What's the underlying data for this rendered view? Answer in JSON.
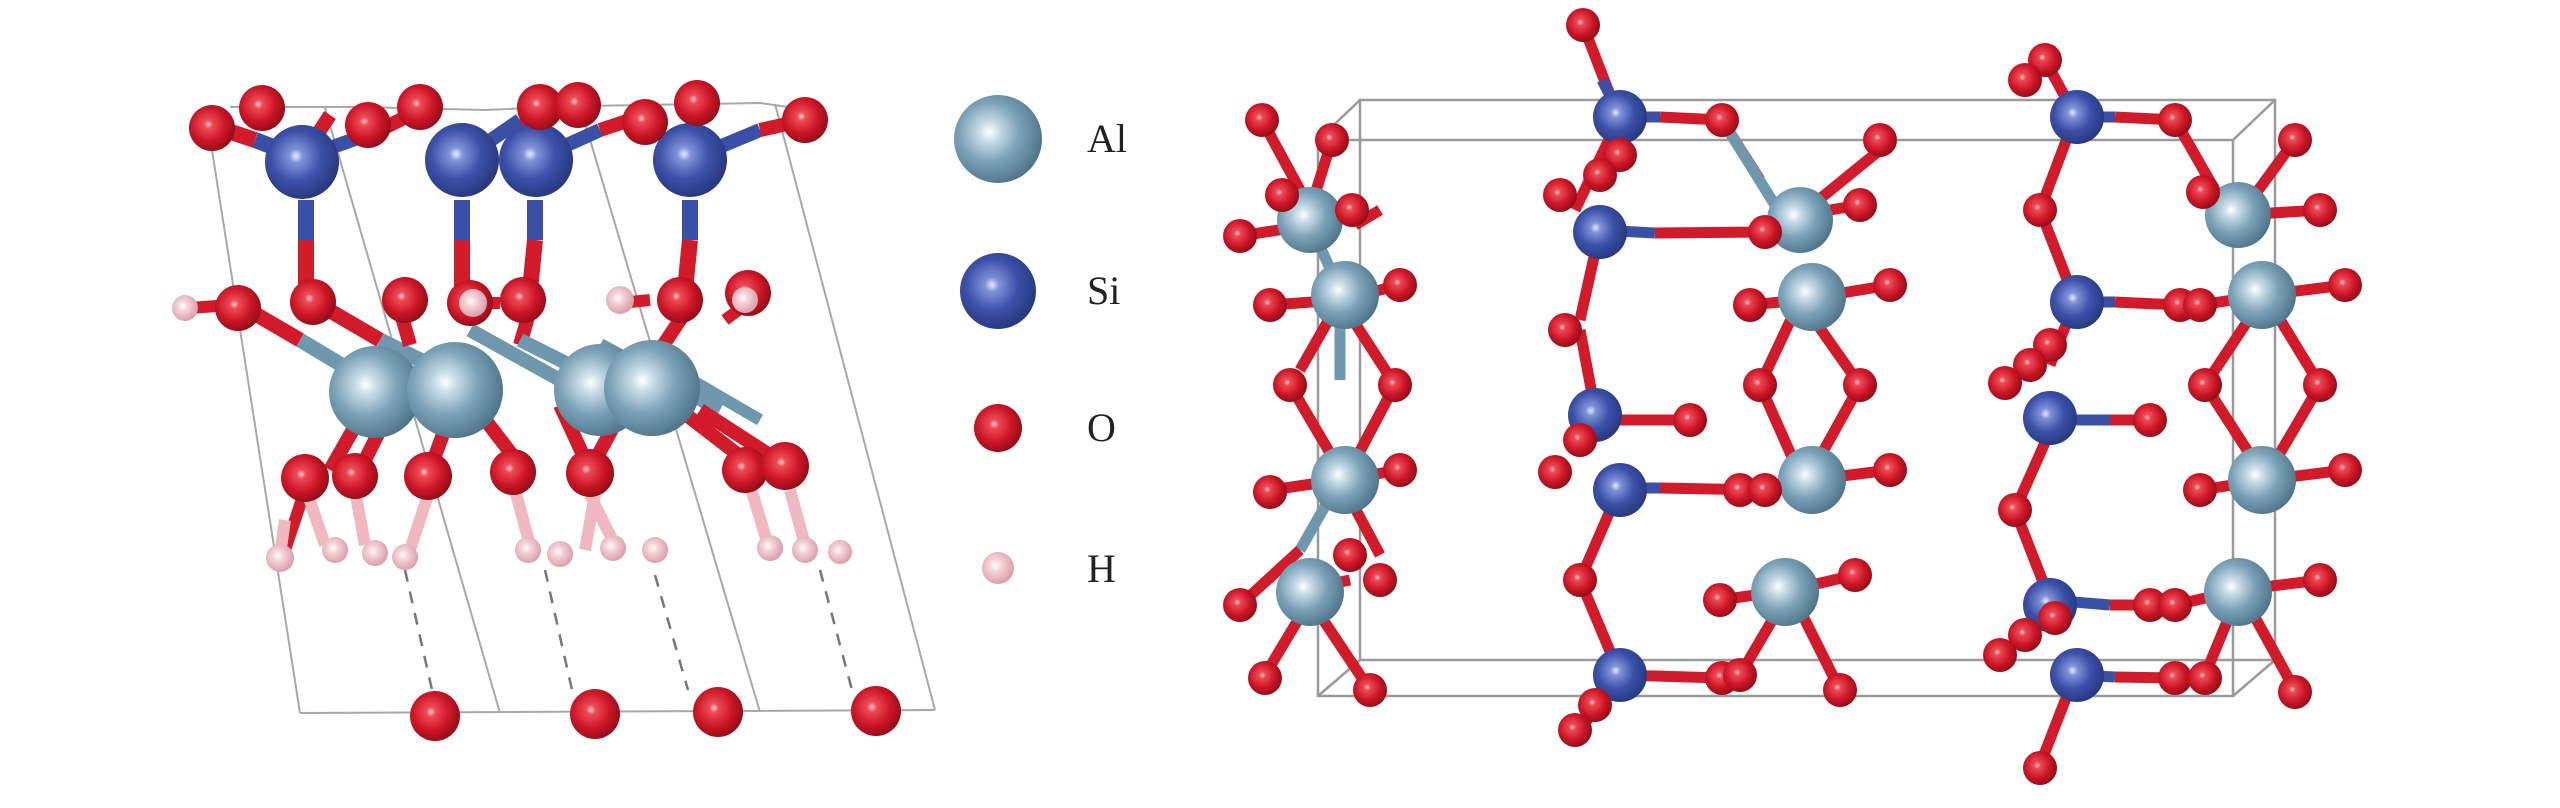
{
  "figure": {
    "left_panel": {
      "description": "Side view of layered Al-Si-O-H slab with hydroxyl groups and hydrogen bonds (dashed) to oxygen layer below"
    },
    "right_panel": {
      "description": "Periodic unit-cell view showing Si tetrahedral chains and Al octahedral columns"
    },
    "legend": {
      "items": [
        {
          "label": "Al",
          "color": "#6f97ad",
          "size": "large"
        },
        {
          "label": "Si",
          "color": "#3a4fa6",
          "size": "large"
        },
        {
          "label": "O",
          "color": "#d11a2a",
          "size": "medium"
        },
        {
          "label": "H",
          "color": "#f0b8c0",
          "size": "small"
        }
      ]
    },
    "colors": {
      "al": "#6f97ad",
      "si": "#3a4fa6",
      "o": "#d11a2a",
      "h": "#f0b8c0",
      "cell_line": "#a0a0a0",
      "hbond": "#777777"
    }
  }
}
